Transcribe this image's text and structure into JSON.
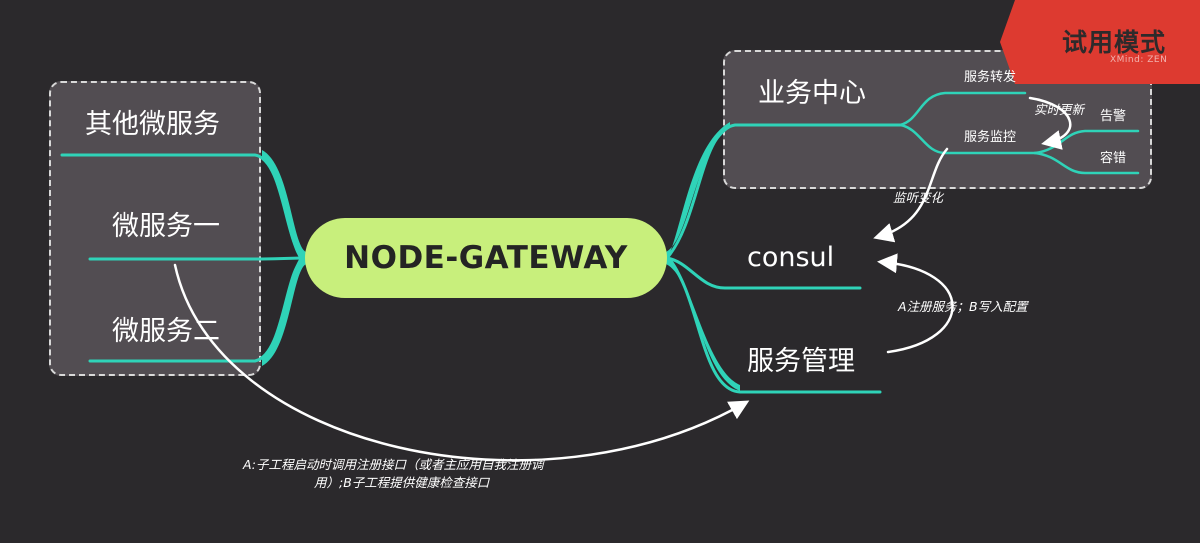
{
  "center": {
    "label": "NODE-GATEWAY"
  },
  "left_group": {
    "title": "其他微服务",
    "children": [
      "微服务一",
      "微服务二"
    ]
  },
  "right_nodes": {
    "business_center": {
      "label": "业务中心",
      "children": [
        {
          "label": "服务转发"
        },
        {
          "label": "服务监控",
          "children": [
            "告警",
            "容错"
          ]
        }
      ]
    },
    "consul": {
      "label": "consul"
    },
    "service_mgmt": {
      "label": "服务管理"
    }
  },
  "annotations": {
    "realtime_update": "实时更新",
    "watch_changes": "监听变化",
    "register_write": "A注册服务；B写入配置",
    "sub_project_line1": "A:子工程启动时调用注册接口（或者主应用自我注册调",
    "sub_project_line2": "用）;B子工程提供健康检查接口"
  },
  "trial_badge": {
    "label": "试用模式",
    "sub": "XMind: ZEN"
  },
  "colors": {
    "background": "#2b292c",
    "branch": "#2fd3b8",
    "center_fill": "#c8ef7c",
    "group_fill": "#524d52",
    "badge": "#dd3a30"
  }
}
